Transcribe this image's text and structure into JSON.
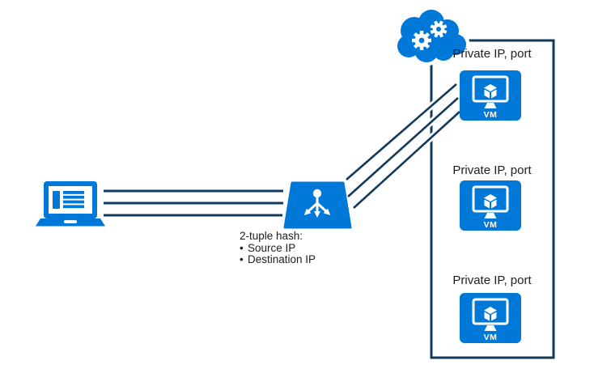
{
  "colors": {
    "azure_blue": "#0078D7",
    "line_navy": "#123A5C",
    "text_dark": "#1E1E1E"
  },
  "load_balancer": {
    "caption_title": "2-tuple hash:",
    "bullet_char": "•",
    "caption_items": [
      "Source IP",
      "Destination IP"
    ]
  },
  "backend": {
    "vms": [
      {
        "label": "Private IP, port",
        "badge": "VM"
      },
      {
        "label": "Private IP, port",
        "badge": "VM"
      },
      {
        "label": "Private IP, port",
        "badge": "VM"
      }
    ]
  }
}
